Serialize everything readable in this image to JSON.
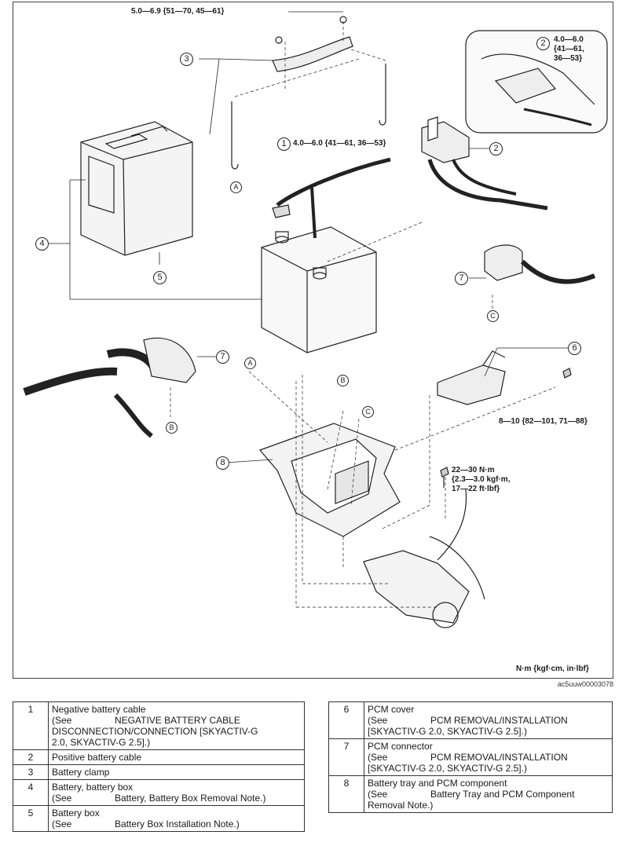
{
  "diagram": {
    "callouts": [
      "1",
      "2",
      "3",
      "4",
      "5",
      "6",
      "7",
      "8"
    ],
    "letters": [
      "A",
      "B",
      "C"
    ],
    "torque_specs": {
      "clamp_nut": "5.0—6.9 {51—70, 45—61}",
      "negative_terminal": "4.0—6.0 {41—61, 36—53}",
      "inset_positive_l1": "4.0—6.0",
      "inset_positive_l2": "{41—61,",
      "inset_positive_l3": "36—53}",
      "pcm_cover_bolt": "8—10 {82—101, 71—88}",
      "tray_bolt_l1": "22—30 N·m",
      "tray_bolt_l2": "{2.3—3.0 kgf·m,",
      "tray_bolt_l3": "17—22 ft·lbf}"
    },
    "units_label": "N·m {kgf·cm, in·lbf}",
    "reference_code": "ac5uuw00003078"
  },
  "table_left": [
    {
      "num": "1",
      "title": "Negative battery cable",
      "see": "(See",
      "ref": "NEGATIVE BATTERY CABLE",
      "ref2": "DISCONNECTION/CONNECTION [SKYACTIV-G",
      "ref3": "2.0, SKYACTIV-G 2.5].)"
    },
    {
      "num": "2",
      "title": "Positive battery cable"
    },
    {
      "num": "3",
      "title": "Battery clamp"
    },
    {
      "num": "4",
      "title": "Battery, battery box",
      "see": "(See",
      "ref": "Battery, Battery Box Removal Note.)"
    },
    {
      "num": "5",
      "title": "Battery box",
      "see": "(See",
      "ref": "Battery Box Installation Note.)"
    }
  ],
  "table_right": [
    {
      "num": "6",
      "title": "PCM cover",
      "see": "(See",
      "ref": "PCM REMOVAL/INSTALLATION",
      "ref2": "[SKYACTIV-G 2.0, SKYACTIV-G 2.5].)"
    },
    {
      "num": "7",
      "title": "PCM connector",
      "see": "(See",
      "ref": "PCM REMOVAL/INSTALLATION",
      "ref2": "[SKYACTIV-G 2.0, SKYACTIV-G 2.5].)"
    },
    {
      "num": "8",
      "title": "Battery tray and PCM component",
      "see": "(See",
      "ref": "Battery Tray and PCM Component",
      "ref2": "Removal Note.)"
    }
  ]
}
